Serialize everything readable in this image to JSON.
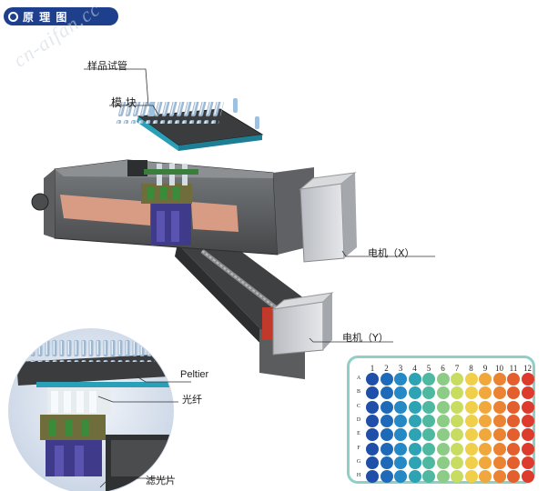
{
  "header": {
    "title": "原 理 图"
  },
  "watermark": {
    "text": "cn-aifan.cc"
  },
  "labels": {
    "sample_tube": "样品试管",
    "module": "模 块",
    "motor_x": "电机（X）",
    "motor_y": "电机（Y）",
    "peltier": "Peltier",
    "optical_fiber": "光纤",
    "filter": "滤光片"
  },
  "plate": {
    "columns": [
      "1",
      "2",
      "3",
      "4",
      "5",
      "6",
      "7",
      "8",
      "9",
      "10",
      "11",
      "12"
    ],
    "rows": [
      "A",
      "B",
      "C",
      "D",
      "E",
      "F",
      "G",
      "H"
    ],
    "column_colors": [
      "#1f4fa8",
      "#1f6ab8",
      "#2489c4",
      "#2ea3b4",
      "#4fb8a0",
      "#8ccc86",
      "#c9dc62",
      "#f0cf4a",
      "#f0a83c",
      "#ea8432",
      "#e3602e",
      "#dd3b2c"
    ]
  }
}
